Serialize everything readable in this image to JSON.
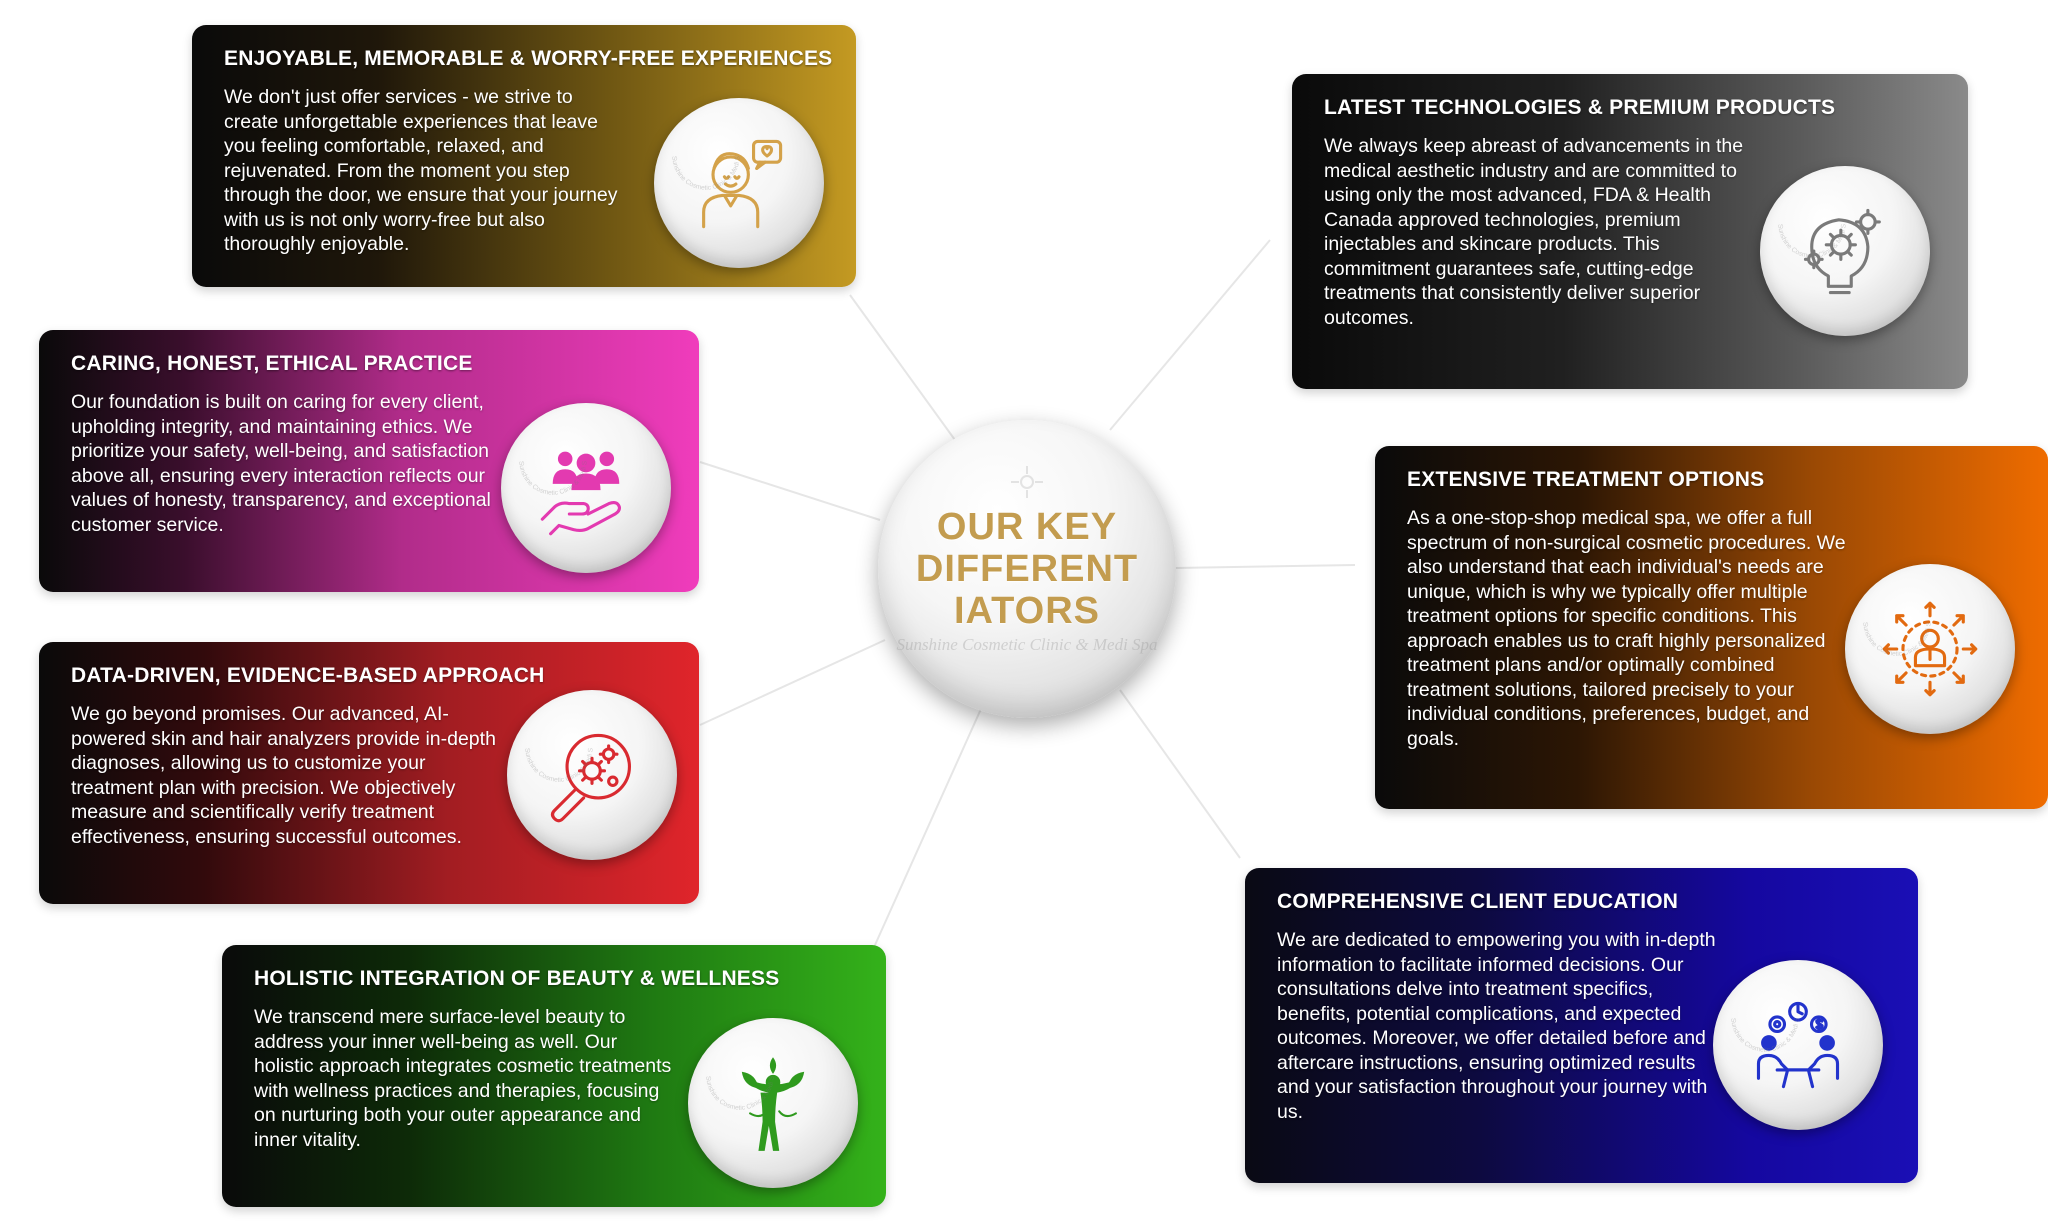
{
  "center": {
    "line1": "OUR KEY",
    "line2": "DIFFERENT",
    "line3": "IATORS"
  },
  "watermark": "Sunshine Cosmetic Clinic & Medi Spa",
  "cards": [
    {
      "id": "experiences",
      "title": "ENJOYABLE, MEMORABLE & WORRY-FREE EXPERIENCES",
      "body": "We don't just offer services - we strive to create unforgettable experiences that leave you feeling comfortable, relaxed, and rejuvenated. From the moment you step through the door, we ensure that your journey with us is not only worry-free but also thoroughly enjoyable.",
      "icon": "smiling-person-icon",
      "color": "#c49a22"
    },
    {
      "id": "technologies",
      "title": "LATEST TECHNOLOGIES & PREMIUM PRODUCTS",
      "body": "We always keep abreast of advancements in the medical aesthetic industry and are committed to using only the most advanced, FDA & Health Canada approved technologies, premium injectables and skincare products. This commitment guarantees safe, cutting-edge treatments that consistently deliver superior outcomes.",
      "icon": "lightbulb-gears-icon",
      "color": "#8a8a8a"
    },
    {
      "id": "ethical",
      "title": "CARING, HONEST, ETHICAL PRACTICE",
      "body": "Our foundation is built on caring for every client, upholding integrity, and maintaining ethics. We prioritize your safety, well-being, and satisfaction above all, ensuring every interaction reflects our values of honesty, transparency, and exceptional customer service.",
      "icon": "hand-people-icon",
      "color": "#f03cbc"
    },
    {
      "id": "options",
      "title": "EXTENSIVE TREATMENT OPTIONS",
      "body": "As a one-stop-shop medical spa, we offer a full spectrum of non-surgical cosmetic procedures. We also understand that each individual's needs are unique, which is why we typically offer multiple treatment options for specific conditions. This approach enables us to craft highly personalized treatment plans and/or optimally combined treatment solutions, tailored precisely to your individual conditions, preferences, budget, and goals.",
      "icon": "doctor-arrows-icon",
      "color": "#ef6c00"
    },
    {
      "id": "data",
      "title": "DATA-DRIVEN, EVIDENCE-BASED APPROACH",
      "body": "We go beyond promises. Our advanced, AI-powered skin and hair analyzers provide in-depth diagnoses, allowing us to customize your treatment plan with precision. We objectively measure and scientifically verify treatment effectiveness, ensuring successful outcomes.",
      "icon": "magnifier-gears-icon",
      "color": "#e0252b"
    },
    {
      "id": "education",
      "title": "COMPREHENSIVE CLIENT EDUCATION",
      "body": "We are dedicated to empowering you with in-depth information to facilitate informed decisions. Our consultations delve into treatment specifics, benefits, potential complications, and expected outcomes. Moreover, we offer detailed before and aftercare instructions, ensuring optimized results and your satisfaction throughout your journey with us.",
      "icon": "consultation-icon",
      "color": "#1a0fb5"
    },
    {
      "id": "holistic",
      "title": "HOLISTIC INTEGRATION OF BEAUTY & WELLNESS",
      "body": "We transcend mere surface-level beauty to address your inner well-being as well. Our holistic approach integrates cosmetic treatments with wellness practices and therapies, focusing on nurturing both your outer appearance and inner vitality.",
      "icon": "wellness-figure-icon",
      "color": "#34b21a"
    }
  ]
}
